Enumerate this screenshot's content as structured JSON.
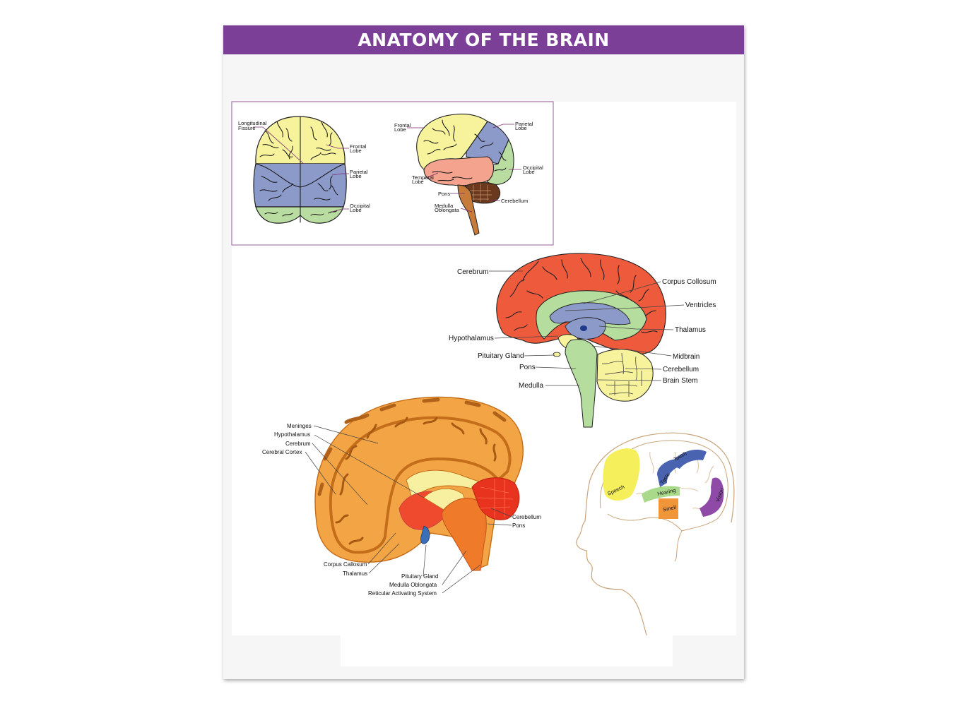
{
  "title": "ANATOMY OF THE BRAIN",
  "colors": {
    "banner": "#7b3f98",
    "frontal": "#f7f39c",
    "parietal": "#8c9ac9",
    "occipital": "#b9dca0",
    "temporal": "#f3a38e",
    "cerebrum_red": "#ee5a3c",
    "inner_green": "#b5dd9e",
    "cortex_orange": "#f5a54a"
  },
  "top_view": {
    "labels": {
      "longitudinal_fissure_1": "Longitudinal",
      "longitudinal_fissure_2": "Fissure",
      "frontal_1": "Frontal",
      "frontal_2": "Lobe",
      "parietal_1": "Parietal",
      "parietal_2": "Lobe",
      "occipital_1": "Occipital",
      "occipital_2": "Lobe"
    }
  },
  "side_view": {
    "labels": {
      "frontal_1": "Frontal",
      "frontal_2": "Lobe",
      "parietal_1": "Parietal",
      "parietal_2": "Lobe",
      "occipital_1": "Occipital",
      "occipital_2": "Lobe",
      "temporal_1": "Temporal",
      "temporal_2": "Lobe",
      "pons": "Pons",
      "cerebellum": "Cerebellum",
      "medulla_1": "Medulla",
      "medulla_2": "Oblongata"
    }
  },
  "sagittal": {
    "labels": {
      "cerebrum": "Cerebrum",
      "corpus": "Corpus Collosum",
      "ventricles": "Ventricles",
      "thalamus": "Thalamus",
      "hypothalamus": "Hypothalamus",
      "midbrain": "Midbrain",
      "pituitary": "Pituitary Gland",
      "cerebellum": "Cerebellum",
      "pons": "Pons",
      "brain_stem": "Brain Stem",
      "medulla": "Medulla"
    }
  },
  "orange_brain": {
    "labels": {
      "meninges": "Meninges",
      "hypothalamus": "Hypothalamus",
      "cerebrum": "Cerebrum",
      "cerebral_cortex": "Cerebral Cortex",
      "cerebellum": "Cerebellum",
      "pons": "Pons",
      "corpus_callosum": "Corpus Callosum",
      "thalamus": "Thalamus",
      "pituitary": "Pituitary Gland",
      "medulla": "Medulla Oblongata",
      "reticular": "Reticular Activating System"
    }
  },
  "head_view": {
    "labels": {
      "speech": "Speech",
      "taste": "Taste",
      "touch": "Touch",
      "hearing": "Hearing",
      "smell": "Smell",
      "vision": "Vision"
    }
  }
}
